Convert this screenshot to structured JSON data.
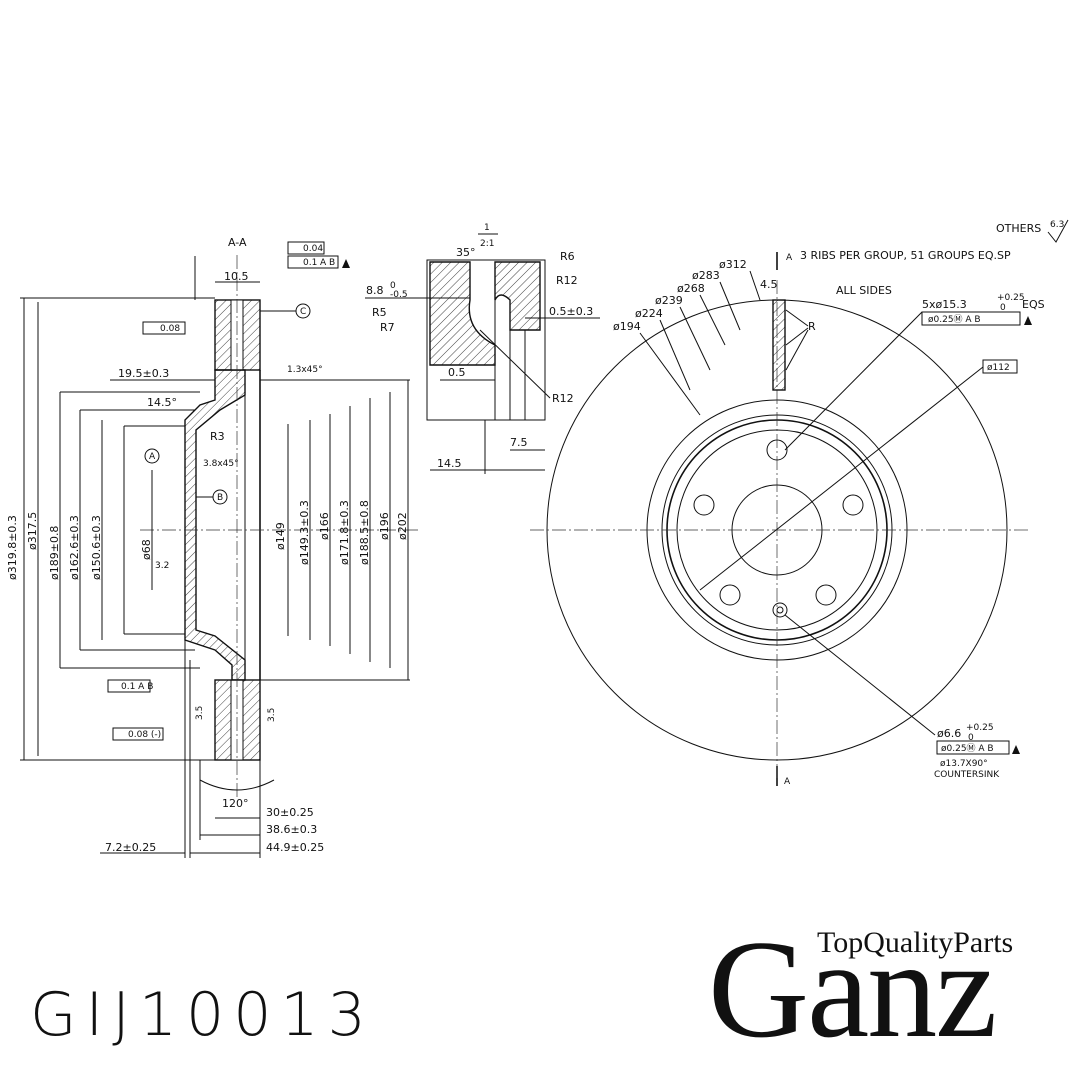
{
  "product": {
    "part_number": "GIJ10013",
    "brand_name": "Ganz",
    "brand_tagline": "TopQualityParts"
  },
  "section_view": {
    "title": "A-A",
    "flatness": "0.04",
    "runout_top": "0.1",
    "runout_datum": "A B",
    "parallel": "0.08",
    "datum_c": "C",
    "dims": {
      "width_top": "10.5",
      "chamfer1": "1.3x45°",
      "offset": "19.5±0.3",
      "angle": "14.5°",
      "r3": "R3",
      "chamfer2": "3.8x45°",
      "datum_a": "A",
      "datum_b": "B",
      "d319": "ø319.8±0.3",
      "d317": "ø317.5",
      "d189": "ø189±0.8",
      "d162": "ø162.6±0.3",
      "d150": "ø150.6±0.3",
      "d68": "ø68",
      "d149a": "ø149",
      "d149b": "ø149.3±0.3",
      "d166": "ø166",
      "d171": "ø171.8±0.3",
      "d188": "ø188.5±0.8",
      "d196": "ø196",
      "d202": "ø202",
      "v32": "3.2",
      "runout_bottom": "0.1 A B",
      "flatness_bottom": "0.08 (-)",
      "v35a": "3.5",
      "v35b": "3.5",
      "angle120": "120°",
      "w30": "30±0.25",
      "w386": "38.6±0.3",
      "w72": "7.2±0.25",
      "w449": "44.9±0.25"
    }
  },
  "detail_view": {
    "scale_top": "1",
    "scale_bottom": "2:1",
    "angle": "35°",
    "r6": "R6",
    "r12a": "R12",
    "d88": "8.8",
    "tol88_up": "0",
    "tol88_dn": "-0.5",
    "r5": "R5",
    "r7": "R7",
    "d05a": "0.5±0.3",
    "d05b": "0.5",
    "r12b": "R12",
    "d75": "7.5",
    "d145": "14.5"
  },
  "front_view": {
    "others_label": "OTHERS",
    "others_value": "6.3",
    "ribs_note": "3 RIBS PER GROUP, 51 GROUPS EQ.SP",
    "all_sides": "ALL SIDES",
    "section_a_top": "A",
    "section_a_bottom": "A",
    "d312": "ø312",
    "d283": "ø283",
    "d268": "ø268",
    "d239": "ø239",
    "d224": "ø224",
    "d194": "ø194",
    "d45": "4.5",
    "r_label": "R",
    "holes5": "5xø15.3",
    "holes5_suffix": "EQS",
    "holes5_tol_up": "+0.25",
    "holes5_tol_dn": "0",
    "pos_tol1": "ø0.25Ⓜ A B",
    "d112": "ø112",
    "hole6": "ø6.6",
    "hole6_tol_up": "+0.25",
    "hole6_tol_dn": "0",
    "pos_tol2": "ø0.25Ⓜ A B",
    "countersink_dim": "ø13.7X90°",
    "countersink": "COUNTERSINK"
  }
}
